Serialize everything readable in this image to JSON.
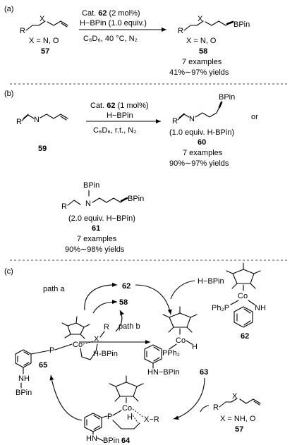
{
  "panel_a": {
    "label": "(a)",
    "reactant": {
      "R": "R",
      "X": "X",
      "condition": "X = N, O",
      "number": "57"
    },
    "arrow_above_1": "Cat. ",
    "arrow_above_1_bold": "62",
    "arrow_above_1_rest": " (2 mol%)",
    "arrow_above_2": "H−BPin (1.0 equiv.)",
    "arrow_below": "C₆D₆, 40 °C, N₂",
    "product": {
      "R": "R",
      "X": "X",
      "BPin": "BPin",
      "condition": "X = N, O",
      "number": "58"
    },
    "result_line_1": "7 examples",
    "result_line_2": "41%∼97% yields"
  },
  "panel_b": {
    "label": "(b)",
    "reactant": {
      "R": "R",
      "N": "N",
      "number": "59"
    },
    "arrow_above_1": "Cat. ",
    "arrow_above_1_bold": "62",
    "arrow_above_1_rest": " (1 mol%)",
    "arrow_above_2": "H−BPin",
    "arrow_below": "C₆D₆, r.t., N₂",
    "product_60": {
      "R": "R",
      "N": "N",
      "BPin": "BPin",
      "note": "(1.0 equiv. H-BPin)",
      "number": "60",
      "result_line_1": "7 examples",
      "result_line_2": "90%∼97% yields"
    },
    "or": "or",
    "product_61": {
      "R": "R",
      "N": "N",
      "BPin_N": "BPin",
      "BPin_end": "BPin",
      "note": "(2.0 equiv. H−BPin)",
      "number": "61",
      "result_line_1": "7 examples",
      "result_line_2": "90%∼98% yields"
    }
  },
  "panel_c": {
    "label": "(c)",
    "path_a": "path a",
    "path_b": "path b",
    "hbpin_top": "H−BPin",
    "hbpin_left": "H-BPin",
    "cpd_62_center": "62",
    "cpd_58": "58",
    "cpd_62_side": {
      "Co": "Co",
      "NH": "NH",
      "Ph2P": "Ph₂P",
      "number": "62"
    },
    "cpd_63": {
      "Co": "Co",
      "H": "H",
      "P": "PPh₂",
      "HN": "HN−BPin",
      "number": "63"
    },
    "cpd_65": {
      "Co": "Co",
      "P": "P",
      "X": "X",
      "R": "R",
      "NH": "NH",
      "BPin": "BPin",
      "number": "65"
    },
    "cpd_64": {
      "Co": "Co",
      "P": "P",
      "H": "H",
      "X": "X−R",
      "HN": "HN",
      "BPin": "BPin",
      "number": "64"
    },
    "cpd_57": {
      "R": "R",
      "X": "X",
      "condition": "X = NH, O",
      "number": "57"
    }
  }
}
